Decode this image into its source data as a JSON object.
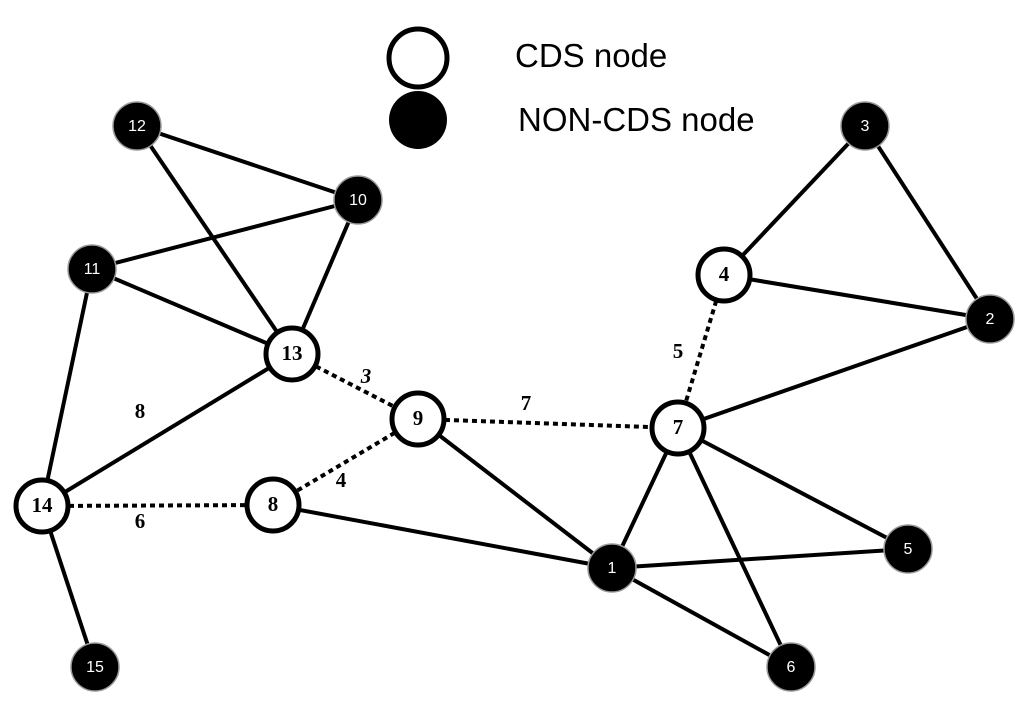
{
  "legend": {
    "cds_label": "CDS node",
    "non_cds_label": "NON-CDS node"
  },
  "nodes": [
    {
      "id": "1",
      "type": "non-cds"
    },
    {
      "id": "2",
      "type": "non-cds"
    },
    {
      "id": "3",
      "type": "non-cds"
    },
    {
      "id": "4",
      "type": "cds"
    },
    {
      "id": "5",
      "type": "non-cds"
    },
    {
      "id": "6",
      "type": "non-cds"
    },
    {
      "id": "7",
      "type": "cds"
    },
    {
      "id": "8",
      "type": "cds"
    },
    {
      "id": "9",
      "type": "cds"
    },
    {
      "id": "10",
      "type": "non-cds"
    },
    {
      "id": "11",
      "type": "non-cds"
    },
    {
      "id": "12",
      "type": "non-cds"
    },
    {
      "id": "13",
      "type": "cds"
    },
    {
      "id": "14",
      "type": "cds"
    },
    {
      "id": "15",
      "type": "non-cds"
    }
  ],
  "edges": [
    {
      "from": "12",
      "to": "10",
      "style": "solid"
    },
    {
      "from": "12",
      "to": "13",
      "style": "solid"
    },
    {
      "from": "11",
      "to": "10",
      "style": "solid"
    },
    {
      "from": "11",
      "to": "13",
      "style": "solid"
    },
    {
      "from": "10",
      "to": "13",
      "style": "solid"
    },
    {
      "from": "11",
      "to": "14",
      "style": "solid"
    },
    {
      "from": "13",
      "to": "14",
      "style": "solid",
      "weight": "8"
    },
    {
      "from": "14",
      "to": "15",
      "style": "solid"
    },
    {
      "from": "8",
      "to": "1",
      "style": "solid"
    },
    {
      "from": "9",
      "to": "1",
      "style": "solid"
    },
    {
      "from": "3",
      "to": "4",
      "style": "solid"
    },
    {
      "from": "3",
      "to": "2",
      "style": "solid"
    },
    {
      "from": "4",
      "to": "2",
      "style": "solid"
    },
    {
      "from": "7",
      "to": "2",
      "style": "solid"
    },
    {
      "from": "7",
      "to": "1",
      "style": "solid"
    },
    {
      "from": "7",
      "to": "5",
      "style": "solid"
    },
    {
      "from": "7",
      "to": "6",
      "style": "solid"
    },
    {
      "from": "1",
      "to": "5",
      "style": "solid"
    },
    {
      "from": "1",
      "to": "6",
      "style": "solid"
    },
    {
      "from": "13",
      "to": "9",
      "style": "dashed",
      "weight": "3"
    },
    {
      "from": "9",
      "to": "8",
      "style": "dashed",
      "weight": "4"
    },
    {
      "from": "14",
      "to": "8",
      "style": "dashed",
      "weight": "6"
    },
    {
      "from": "9",
      "to": "7",
      "style": "dashed",
      "weight": "7"
    },
    {
      "from": "4",
      "to": "7",
      "style": "dashed",
      "weight": "5"
    }
  ]
}
